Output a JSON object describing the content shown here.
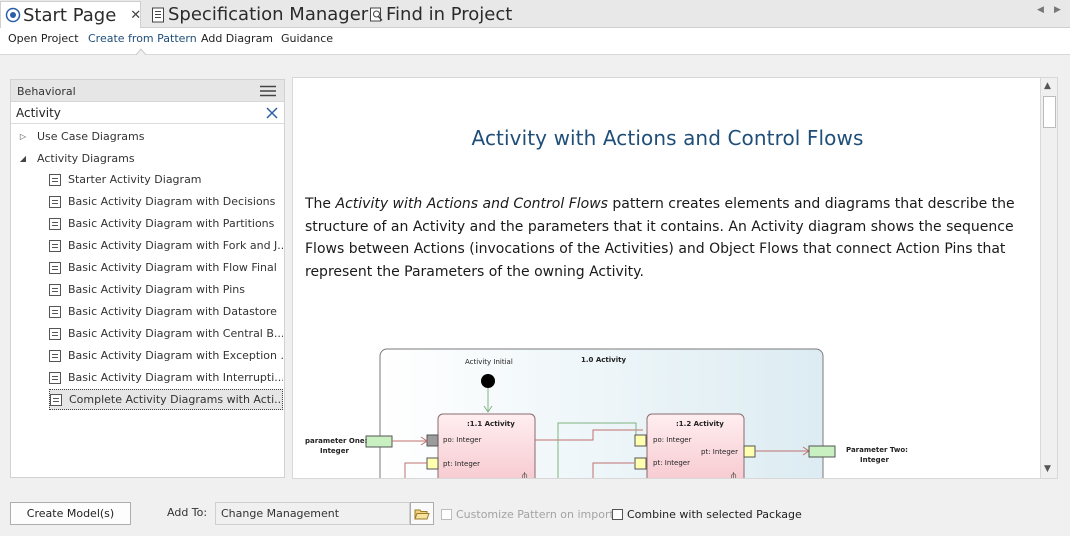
{
  "tabs": [
    {
      "label": "Start Page",
      "icon": "start-page-icon",
      "active": true
    },
    {
      "label": "Specification Manager",
      "icon": "specification-icon"
    },
    {
      "label": "Find in Project",
      "icon": "find-icon"
    }
  ],
  "subnav": {
    "items": [
      "Open Project",
      "Create from Pattern",
      "Add Diagram",
      "Guidance"
    ],
    "active": "Create from Pattern"
  },
  "left_panel": {
    "header": "Behavioral",
    "filter_value": "Activity",
    "tree": {
      "folders": [
        {
          "label": "Use Case Diagrams",
          "expanded": false
        },
        {
          "label": "Activity Diagrams",
          "expanded": true
        }
      ],
      "patterns": [
        "Starter Activity Diagram",
        "Basic Activity Diagram with Decisions",
        "Basic Activity Diagram with Partitions",
        "Basic Activity Diagram with Fork and J...",
        "Basic Activity Diagram with Flow Final",
        "Basic Activity Diagram with Pins",
        "Basic Activity Diagram with Datastore",
        "Basic Activity Diagram with Central B...",
        "Basic Activity Diagram with Exception ...",
        "Basic Activity Diagram with Interrupti...",
        "Complete Activity Diagrams with Acti..."
      ],
      "selected_index": 10
    }
  },
  "content": {
    "title": "Activity with Actions and Control Flows",
    "desc_prefix": "The ",
    "desc_em": "Activity with Actions and Control Flows",
    "desc_rest": " pattern creates elements and diagrams that describe the structure of an Activity and the parameters that it contains. An Activity diagram shows the sequence Flows between Actions (invocations of the Activities) and Object Flows that connect Action Pins that represent the Parameters of the owning Activity.",
    "diagram": {
      "frame_label": "1.0 Activity",
      "initial_label": "Activity Initial",
      "action1": {
        "title": ":1.1 Activity",
        "pin1": "po: Integer",
        "pin2": "pt: Integer"
      },
      "action2": {
        "title": ":1.2 Activity",
        "pin1": "po: Integer",
        "pin2": "pt: Integer",
        "pin3": "pt: Integer"
      },
      "param_one": "parameter One:",
      "param_one_type": "Integer",
      "param_two": "Parameter Two:",
      "param_two_type": "Integer"
    }
  },
  "bottom": {
    "create_button": "Create Model(s)",
    "add_to_label": "Add To:",
    "add_to_value": "Change Management",
    "customize_label": "Customize Pattern on import",
    "customize_enabled": false,
    "combine_label": "Combine with selected Package"
  }
}
